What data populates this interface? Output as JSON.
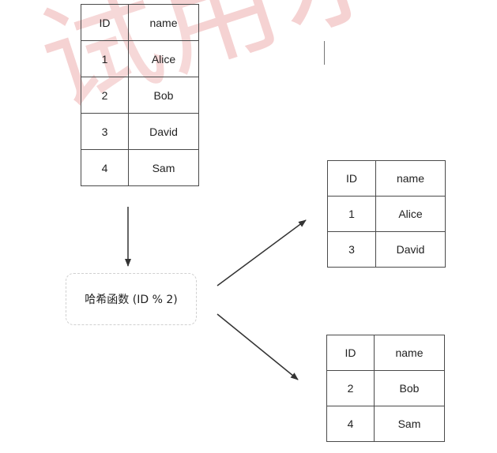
{
  "watermark": "试用水印",
  "source_table": {
    "headers": [
      "ID",
      "name"
    ],
    "rows": [
      [
        "1",
        "Alice"
      ],
      [
        "2",
        "Bob"
      ],
      [
        "3",
        "David"
      ],
      [
        "4",
        "Sam"
      ]
    ]
  },
  "hash_function": "哈希函数 (ID % 2)",
  "bucket_odd": {
    "headers": [
      "ID",
      "name"
    ],
    "rows": [
      [
        "1",
        "Alice"
      ],
      [
        "3",
        "David"
      ]
    ]
  },
  "bucket_even": {
    "headers": [
      "ID",
      "name"
    ],
    "rows": [
      [
        "2",
        "Bob"
      ],
      [
        "4",
        "Sam"
      ]
    ]
  },
  "colors": {
    "watermark": "#f2c4c4",
    "border": "#4a4a4a",
    "arrow": "#333333",
    "text": "#222222"
  }
}
